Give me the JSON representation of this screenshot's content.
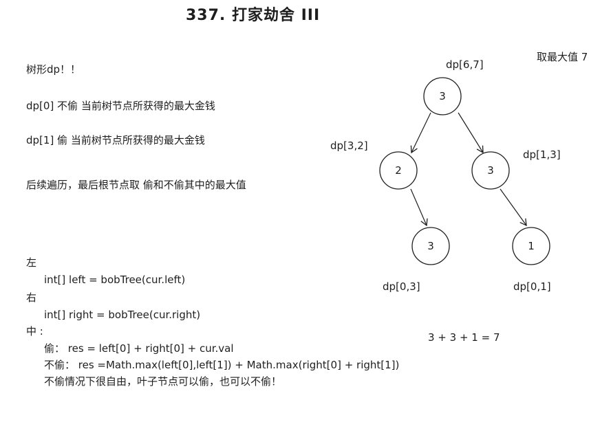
{
  "title": "337. 打家劫舍 III",
  "notes": {
    "tree_dp": "树形dp！！",
    "dp0": "dp[0] 不偷 当前树节点所获得的最大金钱",
    "dp1": "dp[1]  偷   当前树节点所获得的最大金钱",
    "postorder": "后续遍历，最后根节点取 偷和不偷其中的最大值",
    "take_max": "取最大值 7"
  },
  "code": {
    "left_label": "左",
    "left_line": "int[] left =  bobTree(cur.left)",
    "right_label": "右",
    "right_line": "int[] right =  bobTree(cur.right)",
    "mid_label": "中  :",
    "steal_line": "偷： res = left[0] + right[0] + cur.val",
    "nosteal_line": "不偷： res =Math.max(left[0],left[1]) + Math.max(right[0] + right[1])",
    "remark_line": "不偷情况下很自由，叶子节点可以偷，也可以不偷！"
  },
  "sum": "3 + 3 + 1 = 7",
  "tree": {
    "nodes": [
      {
        "id": "root",
        "value": "3",
        "dp": "dp[6,7]"
      },
      {
        "id": "left",
        "value": "2",
        "dp": "dp[3,2]"
      },
      {
        "id": "right",
        "value": "3",
        "dp": "dp[1,3]"
      },
      {
        "id": "left-right",
        "value": "3",
        "dp": "dp[0,3]"
      },
      {
        "id": "right-right",
        "value": "1",
        "dp": "dp[0,1]"
      }
    ]
  }
}
